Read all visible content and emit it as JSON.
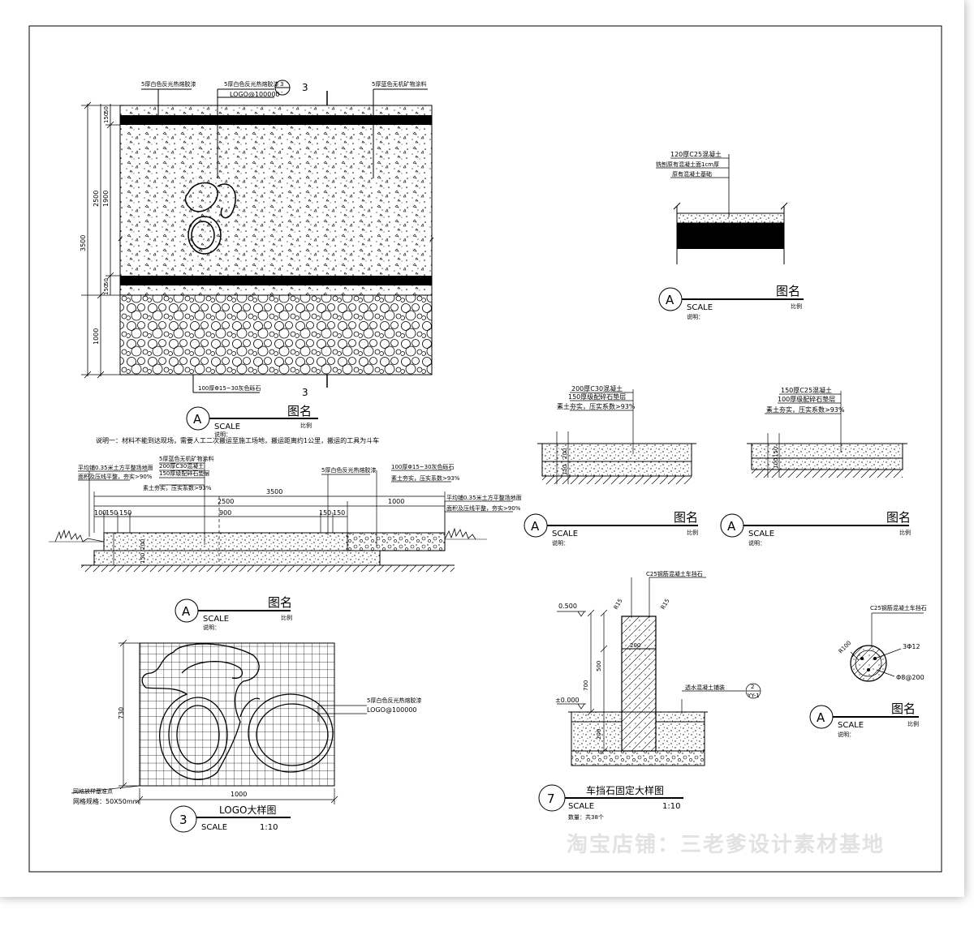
{
  "watermark": "淘宝店铺：三老爹设计素材基地",
  "plan": {
    "callout_top_left": "5厚白色反光热熔胶漆",
    "callout_top_mid": "5厚白色反光热熔胶漆",
    "callout_logo": "LOGO@100000",
    "callout_top_right": "5厚蓝色无机矿物涂料",
    "ref_num": "3",
    "ref_sheet": "-",
    "section_mark": "3",
    "dim_total": "3500",
    "dim_main": "2500",
    "dim_inner": "1900",
    "dim_bottom": "1000",
    "dim_150a": "150",
    "dim_50a": "50",
    "dim_50b": "50",
    "dim_150b": "150",
    "gravel_note": "100厚Φ15~30灰色砾石",
    "title": {
      "letter": "A",
      "name": "图名",
      "scale": "SCALE",
      "ratio": "比例",
      "note": "说明："
    }
  },
  "note_text": "说明一：材料不能到达现场，需要人工二次搬运至施工场地，搬运距离约1公里，搬运的工具为斗车",
  "section": {
    "left_labels": [
      "平均铺0.35米土方平整场地面",
      "面积及压线平整，夯实>90%"
    ],
    "mid_labels": [
      "5厚蓝色无机矿物涂料",
      "200厚C30混凝土",
      "150厚级配碎石垫层",
      "素土夯实，压实系数>93%"
    ],
    "right_mid_label": "5厚白色反光热熔胶漆",
    "right_labels": [
      "100厚Φ15~30灰色砾石",
      "素土夯实，压实系数>93%"
    ],
    "far_right_labels": [
      "平均铺0.35米土方平整场地面",
      "面积及压线平整，夯实>90%"
    ],
    "dim_total": "3500",
    "dim_main": "2500",
    "dim_right": "1000",
    "dims_small": [
      "100",
      "150",
      "150",
      "900",
      "150",
      "150"
    ],
    "dim_v1": "200",
    "dim_v2": "150",
    "title": {
      "letter": "A",
      "name": "图名",
      "scale": "SCALE",
      "ratio": "比例",
      "note": "说明："
    }
  },
  "logo": {
    "callout1": "5厚白色反光热熔胶漆",
    "callout2": "LOGO@100000",
    "grid_note1": "网格放样基准点",
    "grid_note2": "网格规格：50X50mm",
    "dim_w": "1000",
    "dim_h": "730",
    "title": {
      "num": "3",
      "name": "LOGO大样图",
      "scale": "SCALE",
      "ratio": "1:10"
    }
  },
  "detail_top_right": {
    "labels": [
      "120厚C25混凝土",
      "铣刨原有混凝土面1cm厚",
      "原有混凝土基础"
    ],
    "title": {
      "letter": "A",
      "name": "图名",
      "scale": "SCALE",
      "ratio": "比例",
      "note": "说明："
    }
  },
  "detail_mid_1": {
    "labels": [
      "200厚C30混凝土",
      "150厚级配碎石垫层",
      "素土夯实，压实系数>93%"
    ],
    "dims": [
      "200",
      "150"
    ],
    "title": {
      "letter": "A",
      "name": "图名",
      "scale": "SCALE",
      "ratio": "比例",
      "note": "说明："
    }
  },
  "detail_mid_2": {
    "labels": [
      "150厚C25混凝土",
      "100厚级配碎石垫层",
      "素土夯实，压实系数>93%"
    ],
    "dims": [
      "150",
      "100"
    ],
    "title": {
      "letter": "A",
      "name": "图名",
      "scale": "SCALE",
      "ratio": "比例",
      "note": "说明："
    }
  },
  "curb": {
    "top_label": "C25钢筋混凝土车挡石",
    "r1": "R15",
    "r2": "R15",
    "level_top": "0.500",
    "level_zero": "±0.000",
    "dim_200": "200",
    "dim_500": "500",
    "dim_700": "700",
    "dim_200b": "200",
    "right_label": "透水混凝土铺装",
    "ref_num": "2",
    "ref_sheet": "YY-1",
    "title": {
      "num": "7",
      "name": "车挡石固定大样图",
      "scale": "SCALE",
      "ratio": "1:10",
      "note": "数量：共38个"
    }
  },
  "round": {
    "top_label": "C25钢筋混凝土车挡石",
    "radius": "R100",
    "rebar1": "3Φ12",
    "rebar2": "Φ8@200",
    "title": {
      "letter": "A",
      "name": "图名",
      "scale": "SCALE",
      "ratio": "比例",
      "note": "说明："
    }
  }
}
